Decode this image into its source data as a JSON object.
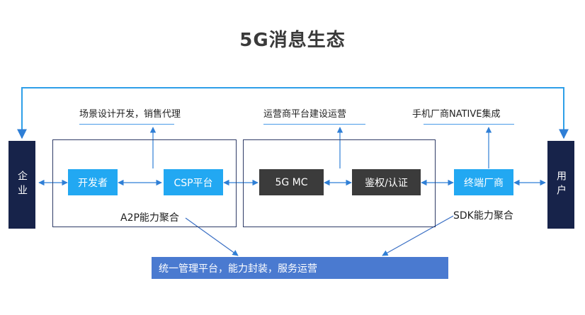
{
  "title": "5G消息生态",
  "enterprise": "企业",
  "user": "用户",
  "top_labels": {
    "left": "场景设计开发，销售代理",
    "middle": "运营商平台建设运营",
    "right": "手机厂商NATIVE集成"
  },
  "boxes": {
    "developer": "开发者",
    "csp": "CSP平台",
    "mc": "5G MC",
    "auth": "鉴权/认证",
    "vendor": "终端厂商"
  },
  "group_labels": {
    "a2p": "A2P能力聚合",
    "sdk": "SDK能力聚合"
  },
  "platform": "统一管理平台，能力封装，服务运营",
  "colors": {
    "navy": "#17234a",
    "light_blue": "#22a8f2",
    "dark_gray": "#3b3b3b",
    "platform_blue": "#4a7ad0",
    "line_blue": "#4a9be8"
  }
}
